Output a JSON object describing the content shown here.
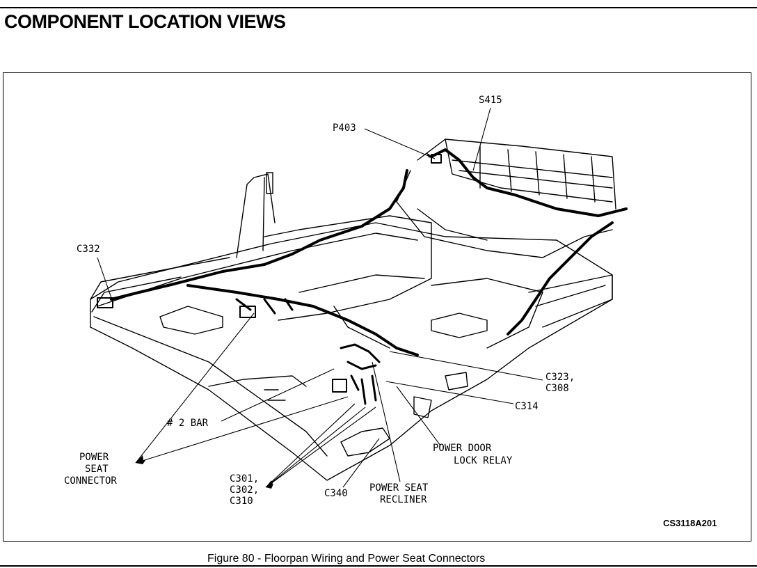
{
  "page": {
    "title": "COMPONENT LOCATION VIEWS",
    "caption": "Figure 80 - Floorpan Wiring and Power Seat Connectors",
    "figure_code": "CS3118A201"
  },
  "labels": {
    "s415": "S415",
    "p403": "P403",
    "c332": "C332",
    "c323": "C323,",
    "c308": "C308",
    "c314": "C314",
    "bar2": "# 2 BAR",
    "power_door_1": "POWER DOOR",
    "power_door_2": "LOCK RELAY",
    "psc_1": "POWER",
    "psc_2": "SEAT",
    "psc_3": "CONNECTOR",
    "c301": "C301,",
    "c302": "C302,",
    "c310": "C310",
    "c340": "C340",
    "psr_1": "POWER SEAT",
    "psr_2": "RECLINER"
  }
}
